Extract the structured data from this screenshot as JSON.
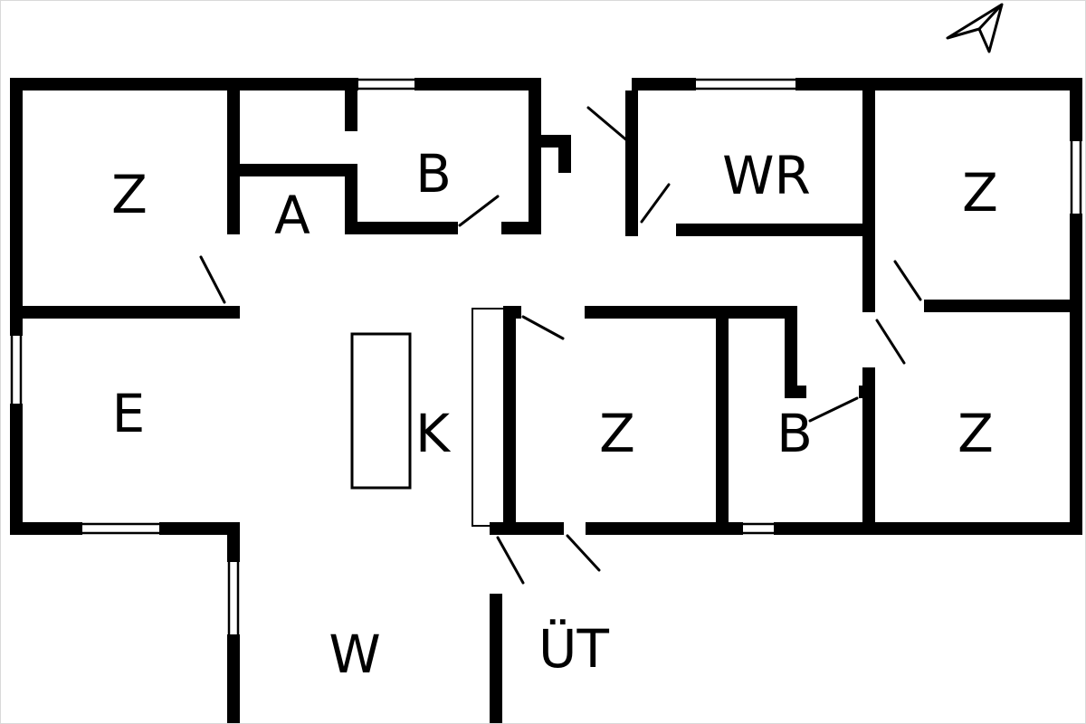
{
  "meta": {
    "background_color": "#ffffff",
    "wall_color": "#000000",
    "drawing_type": "floor-plan"
  },
  "north_arrow": {
    "name": "north-arrow"
  },
  "rooms": {
    "z_top_left": "Z",
    "a": "A",
    "b_top": "B",
    "wr": "WR",
    "z_top_right": "Z",
    "e": "E",
    "k": "K",
    "z_middle": "Z",
    "b_middle": "B",
    "z_bottom_right": "Z",
    "w": "W",
    "ut": "ÜT"
  }
}
